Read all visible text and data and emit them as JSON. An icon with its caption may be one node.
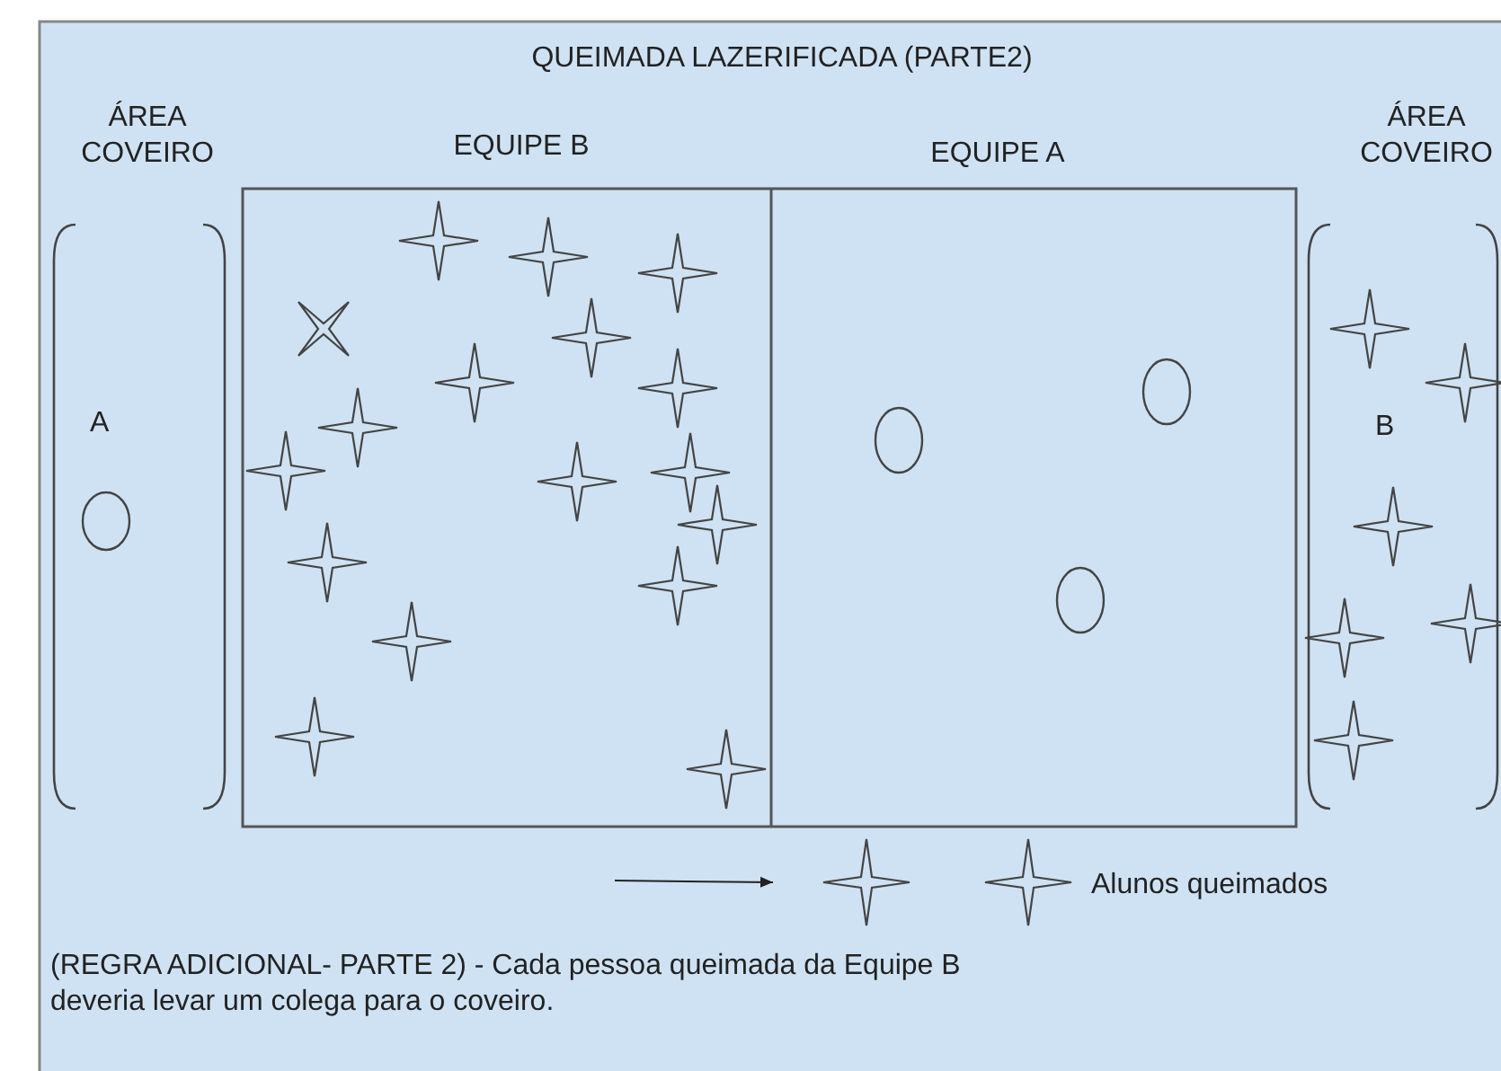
{
  "diagram": {
    "title": "QUEIMADA LAZERIFICADA (PARTE2)",
    "labels": [
      "ÁREA COVEIRO",
      "EQUIPE B",
      "EQUIPE A",
      "ÁREA COVEIRO",
      "A",
      "B",
      "(REGRA ADICIONAL- PARTE 2) - Cada pessoa queimada da Equipe B deveria levar um colega para o coveiro."
    ],
    "legend": [
      {
        "text": "Alunos queimados"
      }
    ]
  }
}
